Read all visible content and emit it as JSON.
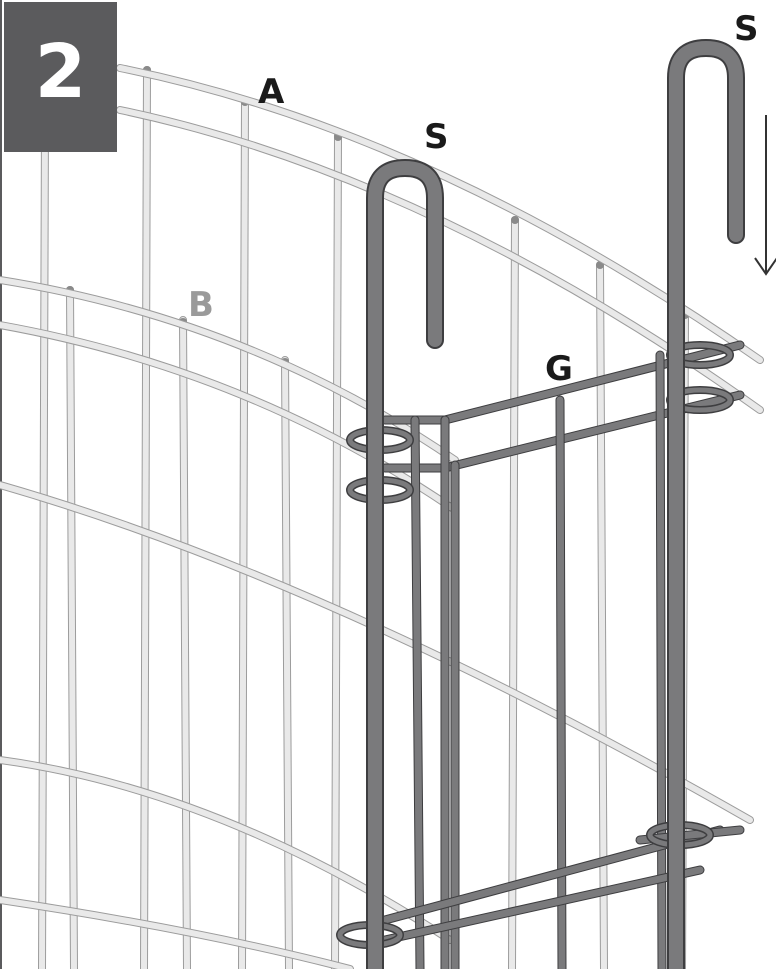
{
  "step": {
    "number": "2",
    "badge_color": "#5b5b5d"
  },
  "labels": {
    "A": {
      "text": "A",
      "color": "#1a1a1a"
    },
    "B": {
      "text": "B",
      "color": "#9a9a9a"
    },
    "G": {
      "text": "G",
      "color": "#1a1a1a"
    },
    "S1": {
      "text": "S",
      "color": "#1a1a1a"
    },
    "S2": {
      "text": "S",
      "color": "#1a1a1a"
    }
  },
  "colors": {
    "light_wire": "#e9e9e9",
    "light_wire_edge": "#9c9c9c",
    "dark_wire": "#7a7a7c",
    "dark_wire_edge": "#3e3e40",
    "arrow": "#333333"
  },
  "icons": {
    "direction": "down-arrow-icon"
  }
}
